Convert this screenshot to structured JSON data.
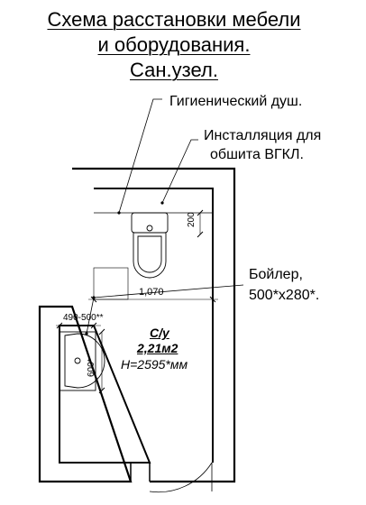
{
  "title": {
    "line1": "Схема расстановки мебели",
    "line2": "и оборудования.",
    "line3": "Сан.узел."
  },
  "callouts": {
    "shower": "Гигиенический душ.",
    "installation_line1": "Инсталляция для",
    "installation_line2": "обшита ВГКЛ.",
    "boiler_line1": "Бойлер,",
    "boiler_line2": "500*x280*."
  },
  "room": {
    "name": "С/у",
    "area": "2,21м2",
    "height": "H=2595*мм"
  },
  "dimensions": {
    "toilet_offset": "200",
    "width": "1,070",
    "sink_offset": "490-500**",
    "sink_width": "600*"
  }
}
